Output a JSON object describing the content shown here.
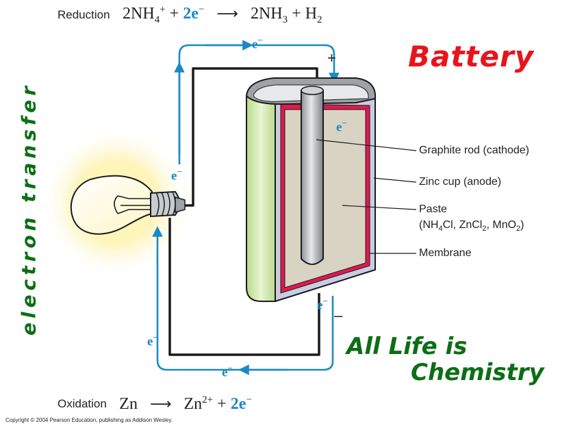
{
  "reduction": {
    "label": "Reduction",
    "coef_left": "2",
    "reactant": "NH",
    "reactant_sub": "4",
    "reactant_sup": "+",
    "plus1": "+",
    "electrons": "2e",
    "electrons_sup": "−",
    "coef_right": "2",
    "product1": "NH",
    "product1_sub": "3",
    "plus2": "+",
    "product2": "H",
    "product2_sub": "2"
  },
  "oxidation": {
    "label": "Oxidation",
    "reactant": "Zn",
    "product": "Zn",
    "product_sup": "2+",
    "plus": "+",
    "electrons": "2e",
    "electrons_sup": "−"
  },
  "title": "Battery",
  "side_text": "electron transfer",
  "slogan": {
    "line1": "All Life is",
    "line2": "Chemistry"
  },
  "labels": {
    "graphite_rod": "Graphite rod (cathode)",
    "zinc_cup": "Zinc cup (anode)",
    "paste": "Paste",
    "paste_formula": {
      "open": "(NH",
      "sub1": "4",
      "part2": "Cl, ZnCl",
      "sub2": "2",
      "part3": ", MnO",
      "sub3": "2",
      "close": ")"
    },
    "membrane": "Membrane"
  },
  "electron_symbol": "e",
  "electron_charge": "−",
  "plus_terminal": "+",
  "minus_terminal": "–",
  "copyright": "Copyright © 2004 Pearson Education, publishing as Addison Wesley.",
  "colors": {
    "electron_blue": "#1a8ac4",
    "title_red": "#e8141b",
    "slogan_green": "#0c6e15",
    "zinc_green": "#cfe5a6",
    "membrane_red": "#e0194f",
    "paste_tan": "#d9d3c3",
    "rod_gray": "#b8bcc0"
  }
}
